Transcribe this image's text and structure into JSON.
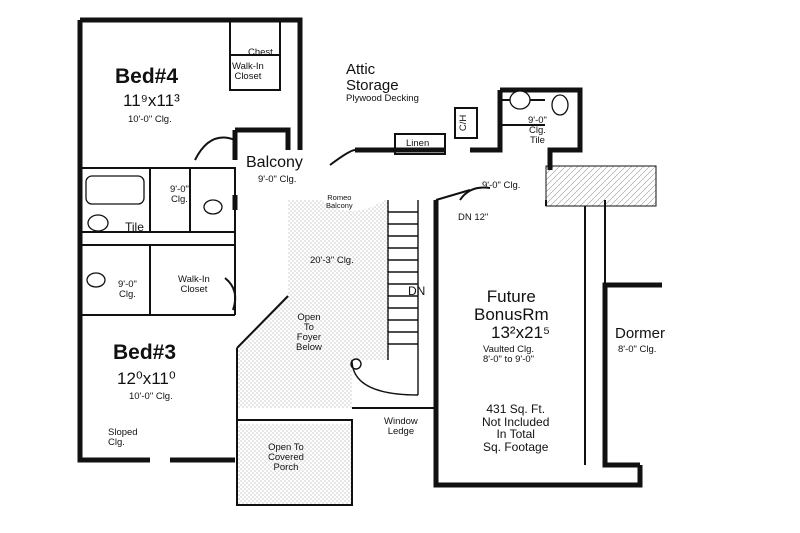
{
  "rooms": {
    "bed4": {
      "name": "Bed#4",
      "size": "11⁹x11³",
      "ceiling": "10'-0\" Clg."
    },
    "bed3": {
      "name": "Bed#3",
      "size": "12⁰x11⁰",
      "ceiling": "10'-0\" Clg."
    },
    "walkin_closet_1": "Walk-In\nCloset",
    "chest": "Chest",
    "walkin_closet_2": "Walk-In\nCloset",
    "bath_1_ceiling": "9'-0\"\nClg.",
    "tile_1": "Tile",
    "bath_2_ceiling": "9'-0\"\nClg.",
    "balcony": {
      "name": "Balcony",
      "ceiling": "9'-0\" Clg."
    },
    "romeo_balcony": "Romeo\nBalcony",
    "open_space_ceiling": "20'-3\" Clg.",
    "open_to_foyer": "Open\nTo\nFoyer\nBelow",
    "stairs_dn": "DN",
    "open_to_porch": "Open To\nCovered\nPorch",
    "window_ledge": "Window\nLedge",
    "sloped_clg": "Sloped\nClg.",
    "attic": "Attic\nStorage",
    "plywood": "Plywood Decking",
    "linen": "Linen",
    "ch": "C/H",
    "bath_3": "9'-0\"\nClg.\nTile",
    "hall_ceiling": "9'-0\" Clg.",
    "dn_step": "DN 12\"",
    "bonus": {
      "name": "Future\nBonusRm",
      "size": "13²x21⁵",
      "ceiling": "Vaulted Clg.\n8'-0\" to 9'-0\""
    },
    "bonus_note": "431 Sq. Ft.\nNot Included\nIn Total\nSq. Footage",
    "dormer": {
      "name": "Dormer",
      "ceiling": "8'-0\" Clg."
    }
  },
  "colors": {
    "line": "#111111",
    "hatch": "#9a9a9a",
    "background": "#ffffff"
  }
}
